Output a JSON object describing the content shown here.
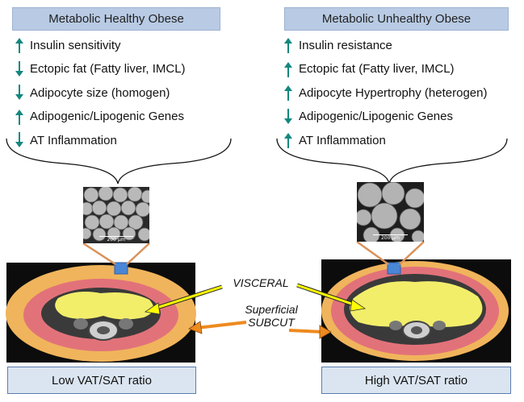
{
  "left": {
    "header": "Metabolic Healthy Obese",
    "items": [
      {
        "text": "Insulin sensitivity",
        "arrow": "up"
      },
      {
        "text": "Ectopic fat (Fatty liver, IMCL)",
        "arrow": "down"
      },
      {
        "text": "Adipocyte size (homogen)",
        "arrow": "down"
      },
      {
        "text": "Adipogenic/Lipogenic Genes",
        "arrow": "up"
      },
      {
        "text": "AT Inflammation",
        "arrow": "down"
      }
    ],
    "scale_text": "200 µm",
    "ratio_label": "Low VAT/SAT ratio"
  },
  "right": {
    "header": "Metabolic  Unhealthy Obese",
    "items": [
      {
        "text": "Insulin resistance",
        "arrow": "up"
      },
      {
        "text": "Ectopic fat (Fatty liver, IMCL)",
        "arrow": "up"
      },
      {
        "text": "Adipocyte Hypertrophy (heterogen)",
        "arrow": "up"
      },
      {
        "text": "Adipogenic/Lipogenic Genes",
        "arrow": "down"
      },
      {
        "text": "AT Inflammation",
        "arrow": "up"
      }
    ],
    "scale_text": "200 µm",
    "ratio_label": "High VAT/SAT ratio"
  },
  "labels": {
    "visceral": "VISCERAL",
    "subcut_line1": "Superficial",
    "subcut_line2": "SUBCUT"
  },
  "colors": {
    "header_fill": "#b9cbe4",
    "label_box_fill": "#dbe5f1",
    "arrow_teal": "#13877f",
    "subcutaneous_fat": "#f0b45c",
    "muscle": "#e2727a",
    "visceral_fat": "#f2ee6a",
    "pointer_yellow": "#ffff00",
    "pointer_orange": "#ee8a1e",
    "marker_blue": "#4a86d6"
  }
}
